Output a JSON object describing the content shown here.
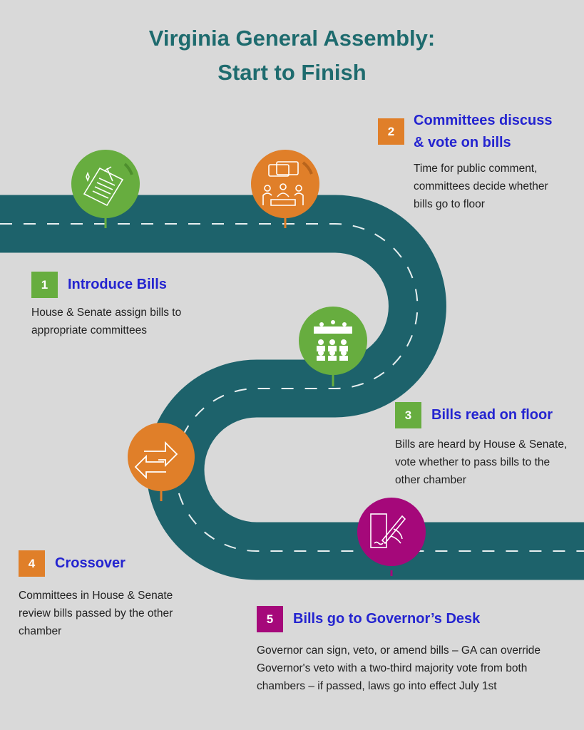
{
  "title": {
    "line1": "Virginia General Assembly:",
    "line2": "Start to Finish"
  },
  "colors": {
    "background": "#d9d9d9",
    "road": "#1d626b",
    "green": "#67ad3f",
    "orange": "#e07f29",
    "purple": "#a5087a",
    "heading": "#2424d0",
    "title": "#1e6b6e"
  },
  "steps": [
    {
      "number": "1",
      "heading": "Introduce Bills",
      "description": "House & Senate assign bills to appropriate committees",
      "icon": "bill-gavel-icon"
    },
    {
      "number": "2",
      "heading_line1": "Committees discuss",
      "heading_line2": "& vote on bills",
      "description": "Time for public comment, committees decide whether bills go to floor",
      "icon": "committee-meeting-icon"
    },
    {
      "number": "3",
      "heading": "Bills read on floor",
      "description": "Bills are heard by House & Senate, vote whether to pass bills to the other chamber",
      "icon": "chamber-assembly-icon"
    },
    {
      "number": "4",
      "heading": "Crossover",
      "description": "Committees in House & Senate review bills passed by the other chamber",
      "icon": "exchange-arrows-icon"
    },
    {
      "number": "5",
      "heading": "Bills go to Governor’s Desk",
      "description": "Governor can sign, veto, or amend bills – GA can override Governor's veto with a two-third majority vote from both chambers – if passed, laws go into effect July 1st",
      "icon": "signing-document-icon"
    }
  ]
}
